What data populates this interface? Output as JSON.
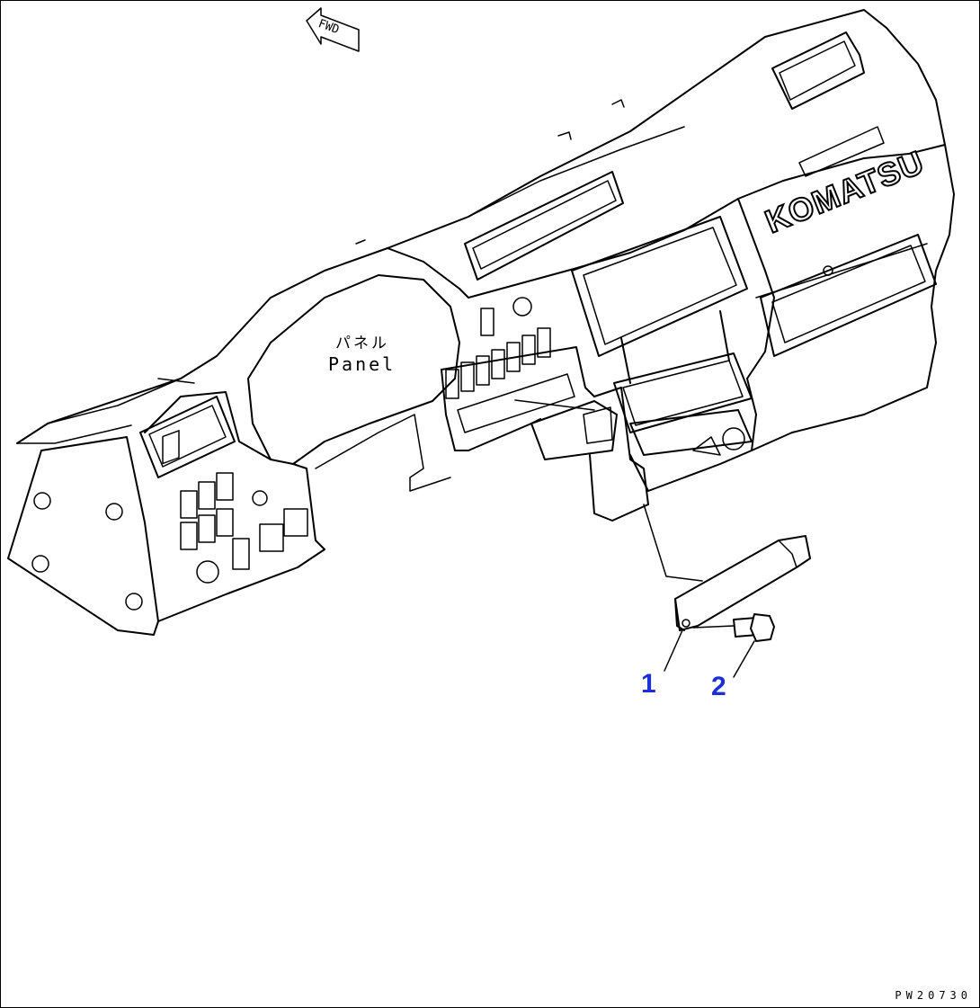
{
  "direction_marker": {
    "label": "FWD"
  },
  "panel_label": {
    "japanese": "パネル",
    "english": "Panel"
  },
  "brand_logo": "KOMATSU",
  "callouts": [
    {
      "number": "1",
      "part": "bracket"
    },
    {
      "number": "2",
      "part": "bolt"
    }
  ],
  "drawing_ref": "PW20730",
  "callout_color": "#1a2fd6"
}
